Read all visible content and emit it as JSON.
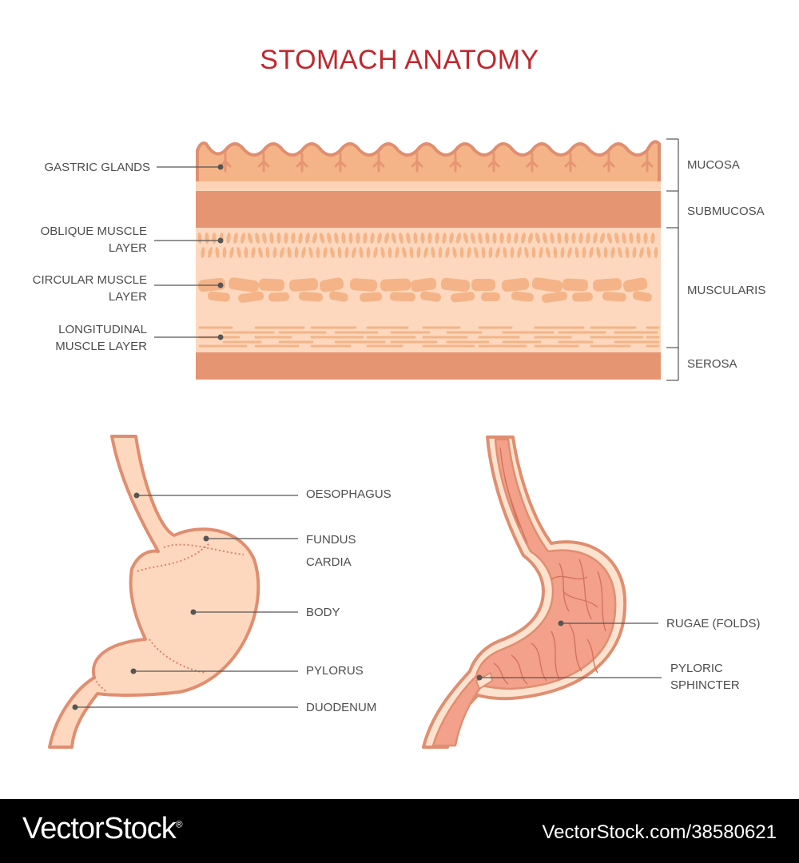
{
  "title": "STOMACH ANATOMY",
  "layers_panel": {
    "left_labels": {
      "gastric_glands": "GASTRIC GLANDS",
      "oblique_muscle": [
        "OBLIQUE MUSCLE",
        "LAYER"
      ],
      "circular_muscle": [
        "CIRCULAR MUSCLE",
        "LAYER"
      ],
      "longitudinal_muscle": [
        "LONGITUDINAL",
        "MUSCLE LAYER"
      ]
    },
    "right_labels": {
      "mucosa": "MUCOSA",
      "submucosa": "SUBMUCOSA",
      "muscularis": "MUSCULARIS",
      "serosa": "SEROSA"
    }
  },
  "external_view": {
    "labels": {
      "oesophagus": "OESOPHAGUS",
      "fundus": "FUNDUS",
      "cardia": "CARDIA",
      "body": "BODY",
      "pylorus": "PYLORUS",
      "duodenum": "DUODENUM"
    }
  },
  "internal_view": {
    "labels": {
      "rugae": "RUGAE (FOLDS)",
      "pyloric_sphincter": [
        "PYLORIC",
        "SPHINCTER"
      ]
    }
  },
  "colors": {
    "title": "#c0272d",
    "mucosa": "#f4b487",
    "band": "#e69573",
    "pale": "#fdd8be",
    "outline": "#e08e70",
    "interior": "#f4a18b",
    "leader": "#555555"
  },
  "footer": {
    "brand": "VectorStock",
    "brand_mark": "®",
    "credit": "VectorStock.com/38580621"
  }
}
